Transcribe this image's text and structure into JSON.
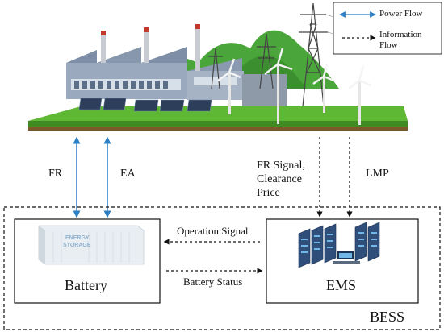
{
  "legend": {
    "power_flow": "Power Flow",
    "information_flow_line1": "Information",
    "information_flow_line2": "Flow"
  },
  "flows": {
    "fr": "FR",
    "ea": "EA",
    "fr_signal_line1": "FR Signal,",
    "fr_signal_line2": "Clearance",
    "fr_signal_line3": "Price",
    "lmp": "LMP",
    "operation_signal": "Operation Signal",
    "battery_status": "Battery Status"
  },
  "components": {
    "battery": "Battery",
    "ems": "EMS",
    "bess": "BESS",
    "energy_storage_line1": "ENERGY",
    "energy_storage_line2": "STORAGE"
  },
  "colors": {
    "power_flow": "#2b7fc4",
    "ground": "#5fb834",
    "factory": "#9aa9bd",
    "server": "#2f4f7a"
  }
}
